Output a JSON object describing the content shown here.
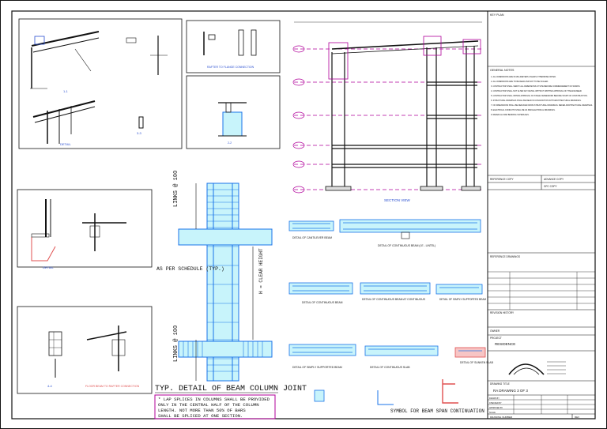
{
  "colors": {
    "line": "#111111",
    "frame_magenta": "#b0009a",
    "concrete_fill": "#c8f4fb",
    "rebar_blue": "#1a73e8",
    "dim_blue": "#2a4fd0",
    "slab_red": "#e05050",
    "paper": "#ffffff"
  },
  "details": {
    "d1_label": "1-1",
    "d2_label": "DETAIL",
    "d3_label": "RAFTER TO FLANGE CONNECTION",
    "d4_label": "2-2",
    "d5_label": "3-3",
    "d6_label": "DETAIL",
    "d7_label": "FLOOR BEAM TO RAFTER CONNECTION",
    "d8_label": "4-4"
  },
  "frame": {
    "title": "SECTION VIEW",
    "levels": [
      "LEVEL 1",
      "LEVEL 2",
      "LEVEL 3",
      "LEVEL 4",
      "LEVEL 5",
      "LEVEL 6"
    ]
  },
  "column_joint": {
    "title": "TYP. DETAIL OF BEAM COLUMN JOINT",
    "left_top": "LINKS @ 100",
    "left_mid": "AS PER SCHEDULE (TYP.)",
    "left_bot": "LINKS @ 100",
    "right_mid": "H = CLEAR HEIGHT",
    "note_line1": "* LAP SPLICES IN COLUMNS SHALL BE PROVIDED",
    "note_line2": "ONLY IN THE CENTRAL HALF OF THE COLUMN",
    "note_line3": "LENGTH. NOT MORE THAN 50% OF BARS",
    "note_line4": "SHALL BE SPLICED AT ONE SECTION."
  },
  "beams": {
    "b1": "DETAIL OF CANTILEVER BEAM",
    "b2": "DETAIL OF CONTINUOUS BEAM (I.E - LINTEL)",
    "b3": "DETAIL OF CONTINUOUS BEAM",
    "b4": "DETAIL OF CONTINUOUS BEAM AT CONTINUOUS",
    "b5": "DETAIL OF SIMPLY SUPPORTED BEAM",
    "b6": "DETAIL OF SIMPLY SUPPORTED BEAM",
    "b7": "DETAIL OF CONTINUOUS SLAB",
    "b8": "DETAIL OF SUNKEN SLAB",
    "symbol": "SYMBOL FOR BEAM SPAN CONTINUATION"
  },
  "title_block": {
    "key_plan": "KEY PLAN",
    "general_notes": "GENERAL NOTES",
    "notes": [
      "1. ALL DIMENSIONS ARE IN MILLIMETERS UNLESS OTHERWISE NOTED.",
      "2. ALL DIMENSIONS ARE TO BE READ AND NOT TO BE SCALED.",
      "3. CONTRACTOR SHALL VERIFY ALL DIMENSIONS AT SITE BEFORE COMMENCEMENT OF WORKS.",
      "4. CONTRACTOR SHALL NOT ALTER ANY DETAIL WITHOUT WRITTEN APPROVAL OF THE ENGINEER.",
      "5. CONTRACTOR SHALL OBTAIN APPROVAL OF STAGE FRAMEWORK BEFORE START OF CONSTRUCTION.",
      "6. STRUCTURAL DRAWINGS SHALL BE READ IN CONJUNCTION WITH ARCHITECTURAL DRAWINGS.",
      "7. NO DIMENSIONS SHALL BE DEDUCED FROM STRUCTURAL DRAWINGS. REFER ARCHITECTURAL DRAWINGS.",
      "8. ELECTRICAL CONDUITS SHALL BE AS PER ELECTRICAL DRAWINGS.",
      "9. REFER ALL BAR BENDING SCHEDULES."
    ],
    "ref_copy": "REFERENCE COPY",
    "advance_copy": "ADVANCE COPY",
    "gfc_copy": "GFC COPY",
    "ref_drawings": "REFERENCE DRAWINGS",
    "revision_history": "REVISION HISTORY",
    "client_label": "OWNER",
    "project_label": "PROJECT",
    "project_name": "RESIDENCE",
    "drawing_title_label": "DRAWING TITLE",
    "drawing_title": "RA DRAWING 3 OF 3",
    "drawing_number_label": "DRAWING NUMBER",
    "rev_label": "REV",
    "rows": [
      "DRAWN BY",
      "CHECKED BY",
      "APPROVED BY",
      "SCALE"
    ]
  }
}
